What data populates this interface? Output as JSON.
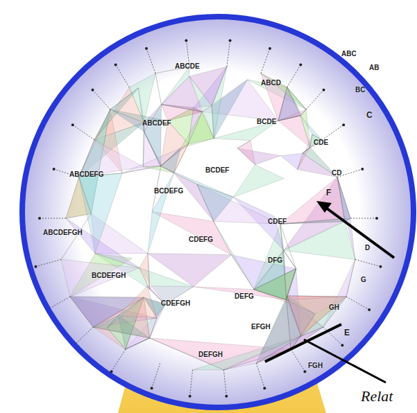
{
  "diagram": {
    "labels": [
      "ABC",
      "AB",
      "BC",
      "ABCDE",
      "ABCD",
      "C",
      "ABCDEF",
      "BCDE",
      "CDE",
      "CD",
      "ABCDEFG",
      "BCDEF",
      "BCDEFG",
      "CDEF",
      "ABCDEFGH",
      "CDEFG",
      "F",
      "D",
      "DFG",
      "DEFG",
      "G",
      "BCDEFGH",
      "CDEFGH",
      "EFGH",
      "E",
      "GH",
      "DEFGH",
      "FGH",
      "Relat"
    ]
  }
}
